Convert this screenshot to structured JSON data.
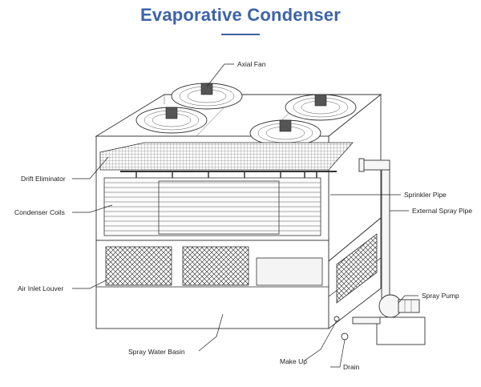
{
  "title": "Evaporative Condenser",
  "labels": {
    "axial_fan": "Axial Fan",
    "drift_eliminator": "Drift Eliminator",
    "condenser_coils": "Condenser Coils",
    "air_inlet_louver": "Air Inlet Louver",
    "spray_water_basin": "Spray Water Basin",
    "make_up": "Make Up",
    "drain": "Drain",
    "sprinkler_pipe": "Sprinkler Pipe",
    "external_spray_pipe": "External Spray Pipe",
    "spray_pump": "Spray Pump"
  },
  "colors": {
    "title": "#3c63a8",
    "line": "#222222"
  }
}
